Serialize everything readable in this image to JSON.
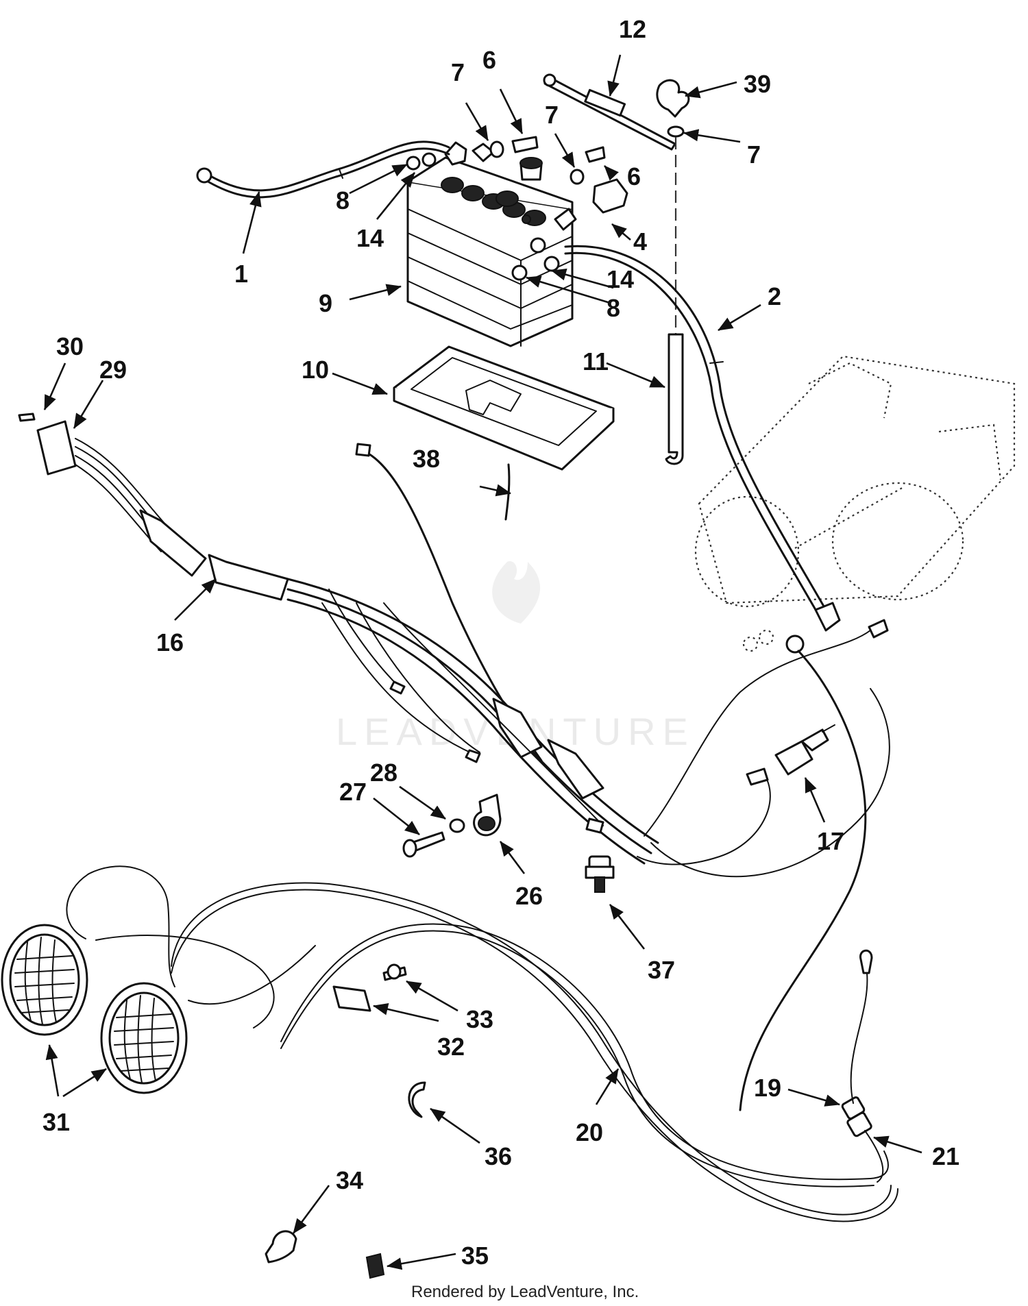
{
  "callouts": {
    "c1": "1",
    "c2": "2",
    "c4": "4",
    "c6a": "6",
    "c6b": "6",
    "c7a": "7",
    "c7b": "7",
    "c7c": "7",
    "c8a": "8",
    "c8b": "8",
    "c9": "9",
    "c10": "10",
    "c11": "11",
    "c12": "12",
    "c14a": "14",
    "c14b": "14",
    "c16": "16",
    "c17": "17",
    "c19": "19",
    "c20": "20",
    "c21": "21",
    "c26": "26",
    "c27": "27",
    "c28": "28",
    "c29": "29",
    "c30": "30",
    "c31": "31",
    "c32": "32",
    "c33": "33",
    "c34": "34",
    "c35": "35",
    "c36": "36",
    "c37": "37",
    "c38": "38",
    "c39": "39"
  },
  "watermark": "LEADVENTURE",
  "footer": "Rendered by LeadVenture, Inc."
}
